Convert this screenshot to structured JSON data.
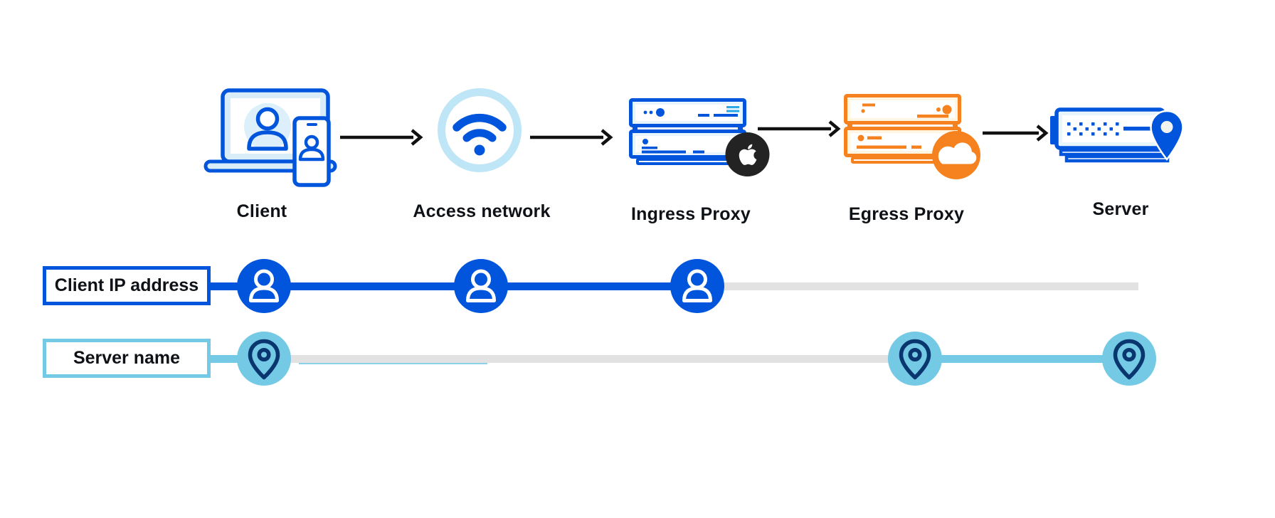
{
  "palette": {
    "blue": "#0055DC",
    "sky_blue": "#74C9E4",
    "navy_pin": "#0A366F",
    "wifi_ring_blue": "#BFE6F6",
    "pale_blue_fill": "#E9F5FC",
    "laptop_fill": "#D9EDF9",
    "orange": "#F6821F",
    "orange_fill": "#FFF5E3",
    "track_gray": "#E2E2E2",
    "badge_black": "#232323",
    "arrow_black": "#111111",
    "text_black": "#0E1116"
  },
  "flow": {
    "nodes": [
      {
        "id": "client",
        "label": "Client",
        "icon": "laptop-and-phone-user-icon"
      },
      {
        "id": "access-network",
        "label": "Access network",
        "icon": "wifi-icon"
      },
      {
        "id": "ingress-proxy",
        "label": "Ingress Proxy",
        "icon": "server-rack-icon",
        "badge": "apple-logo-icon"
      },
      {
        "id": "egress-proxy",
        "label": "Egress Proxy",
        "icon": "server-rack-icon",
        "badge": "cloudflare-logo-icon"
      },
      {
        "id": "server",
        "label": "Server",
        "icon": "server-location-pin-icon"
      }
    ],
    "connector_icon": "arrow-right-icon"
  },
  "tracks": [
    {
      "id": "client-ip-address",
      "label": "Client IP address",
      "line_color": "#0055DC",
      "unknown_segment_color": "#E2E2E2",
      "marker_icon": "person-icon",
      "markers_at": [
        "client",
        "access-network",
        "ingress-proxy"
      ]
    },
    {
      "id": "server-name",
      "label": "Server name",
      "line_color": "#74C9E4",
      "unknown_segment_color": "#E2E2E2",
      "marker_icon": "location-pin-icon",
      "markers_at": [
        "client",
        "egress-proxy",
        "server"
      ]
    }
  ]
}
